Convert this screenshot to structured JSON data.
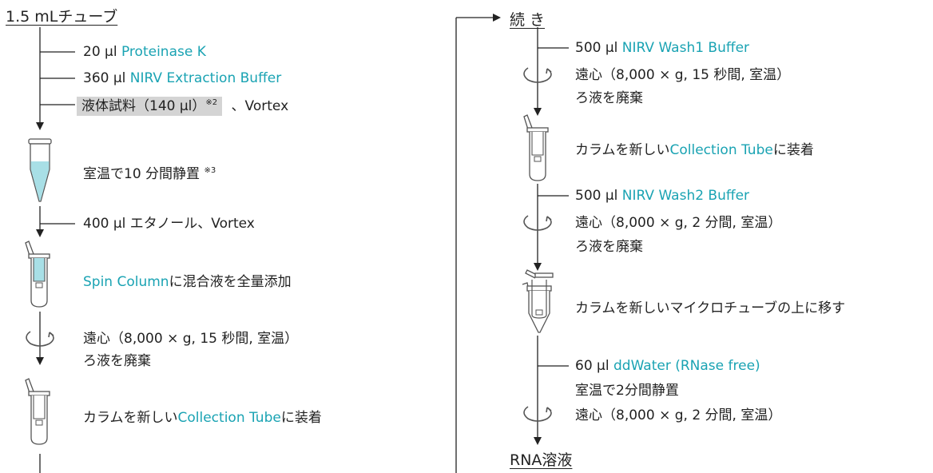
{
  "left": {
    "header": "1.5 mLチューブ",
    "reagents": [
      {
        "amount": "20 μl",
        "name": "Proteinase K"
      },
      {
        "amount": "360 μl",
        "name": "NIRV Extraction Buffer"
      }
    ],
    "sample": {
      "label": "液体試料（140 μl）",
      "note": "※2",
      "suffix": "、Vortex"
    },
    "incubate": {
      "text": "室温で10 分間静置",
      "note": "※3"
    },
    "ethanol": "400 μl エタノール、Vortex",
    "apply": {
      "name": "Spin Column",
      "rest": "に混合液を全量添加"
    },
    "centrifuge": "遠心（8,000 × g, 15 秒間, 室温）",
    "discard": "ろ液を廃棄",
    "transfer": {
      "pre": "カラムを新しい",
      "name": "Collection Tube",
      "post": "に装着"
    }
  },
  "right": {
    "header": "続 き",
    "wash1": {
      "amount": "500 μl",
      "name": "NIRV Wash1 Buffer"
    },
    "centrifuge1": "遠心（8,000 × g, 15 秒間, 室温）",
    "discard1": "ろ液を廃棄",
    "transfer1": {
      "pre": "カラムを新しい",
      "name": "Collection Tube",
      "post": "に装着"
    },
    "wash2": {
      "amount": "500 μl",
      "name": "NIRV Wash2 Buffer"
    },
    "centrifuge2": "遠心（8,000 × g, 2 分間, 室温）",
    "discard2": "ろ液を廃棄",
    "move": "カラムを新しいマイクロチューブの上に移す",
    "water": {
      "amount": "60 μl",
      "name": "ddWater (RNase free)"
    },
    "stand": "室温で2分間静置",
    "centrifuge3": "遠心（8,000 × g, 2 分間, 室温）",
    "footer": "RNA溶液"
  },
  "colors": {
    "accent": "#1aa3b3",
    "highlight": "#d4d4d4",
    "tube_fill": "#a8dfe6"
  }
}
